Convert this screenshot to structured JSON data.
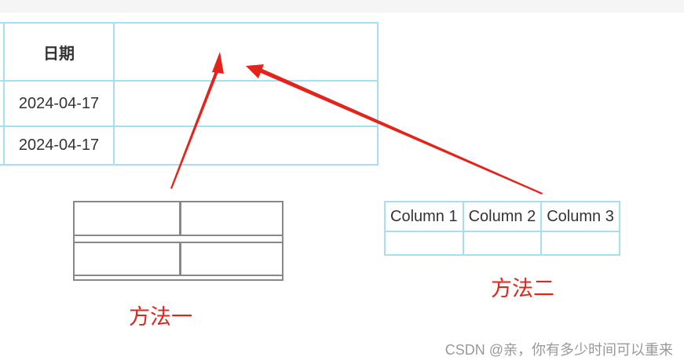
{
  "main_table": {
    "header_date": "日期",
    "rows": [
      "2024-04-17",
      "2024-04-17"
    ]
  },
  "method2_table": {
    "headers": [
      "Column 1",
      "Column 2",
      "Column 3"
    ]
  },
  "labels": {
    "method1": "方法一",
    "method2": "方法二"
  },
  "watermark": "CSDN @亲，你有多少时间可以重来",
  "colors": {
    "table_border": "#a7dff2",
    "annotation_red": "#e4231b",
    "box_grey": "#888888"
  }
}
